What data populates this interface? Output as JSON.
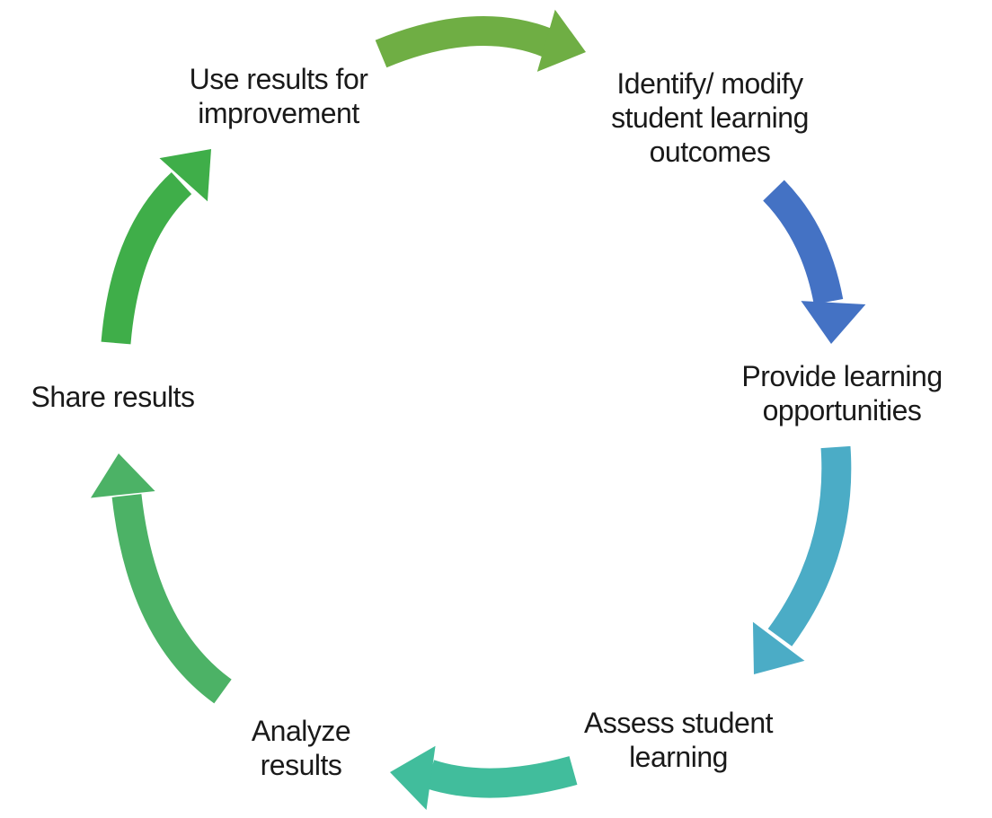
{
  "diagram": {
    "background_color": "#FFFFFF",
    "text_color": "#1A1A1A",
    "steps": [
      {
        "id": "identify",
        "lines": [
          "Identify/ modify",
          "student learning",
          "outcomes"
        ]
      },
      {
        "id": "provide",
        "lines": [
          "Provide learning",
          "opportunities"
        ]
      },
      {
        "id": "assess",
        "lines": [
          "Assess student",
          "learning"
        ]
      },
      {
        "id": "analyze",
        "lines": [
          "Analyze",
          "results"
        ]
      },
      {
        "id": "share",
        "lines": [
          "Share results"
        ]
      },
      {
        "id": "use",
        "lines": [
          "Use results for",
          "improvement"
        ]
      }
    ],
    "arrows": [
      {
        "from": "identify",
        "to": "provide",
        "color": "#4472C4"
      },
      {
        "from": "provide",
        "to": "assess",
        "color": "#4BACC6"
      },
      {
        "from": "assess",
        "to": "analyze",
        "color": "#41BD9C"
      },
      {
        "from": "analyze",
        "to": "share",
        "color": "#4CB266"
      },
      {
        "from": "share",
        "to": "use",
        "color": "#3FAE49"
      },
      {
        "from": "use",
        "to": "identify",
        "color": "#6FAE44"
      }
    ]
  }
}
